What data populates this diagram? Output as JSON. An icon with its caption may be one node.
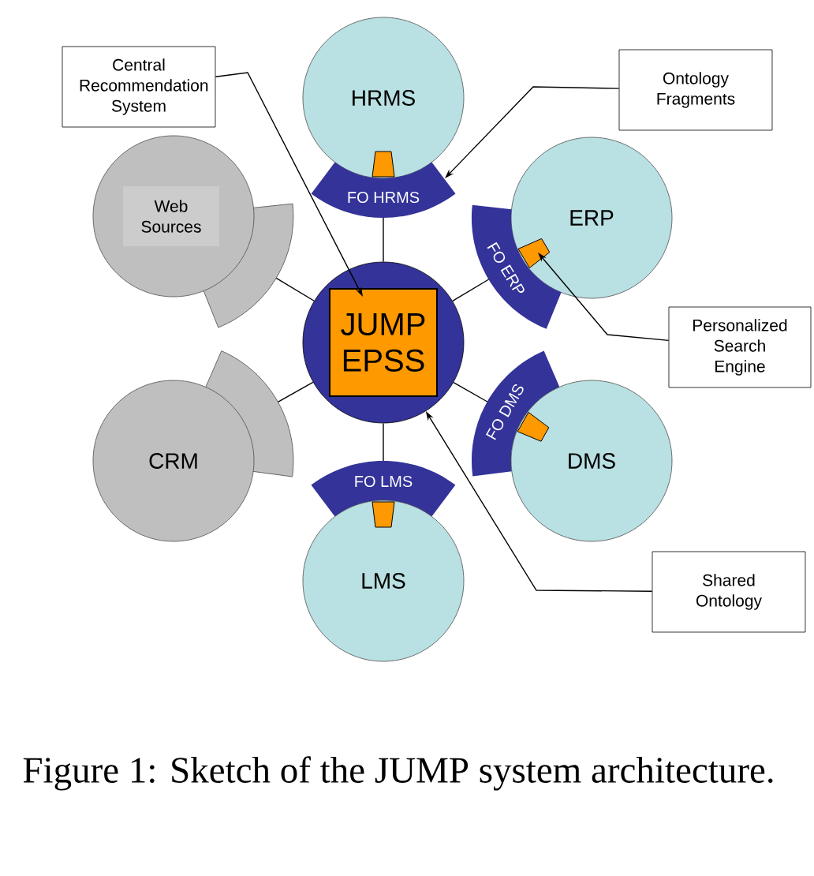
{
  "diagram": {
    "caption": "Figure 1: Sketch of the JUMP system architecture.",
    "nodes": [
      {
        "text": [
          "Central Recommendation System"
        ]
      },
      {
        "text": [
          "HRMS"
        ]
      },
      {
        "text": [
          "FO HRMS"
        ]
      },
      {
        "text": [
          "Ontology Fragments"
        ]
      },
      {
        "text": [
          "Web Sources"
        ]
      },
      {
        "text": [
          "ERP"
        ]
      },
      {
        "text": [
          "FO ERP"
        ]
      },
      {
        "text": [],
        "shape": "circle"
      },
      {
        "text": [
          "JUMP EPSS"
        ],
        "in": 7
      },
      {
        "text": [
          "Personalized Search Engine"
        ]
      },
      {
        "text": [
          "CRM"
        ]
      },
      {
        "text": [
          "FO DMS"
        ]
      },
      {
        "text": [
          "DMS"
        ]
      },
      {
        "text": [
          "FO LMS"
        ]
      },
      {
        "text": [
          "LMS"
        ]
      },
      {
        "text": [
          "Shared Ontology"
        ]
      }
    ],
    "edges": [
      {
        "from": 7,
        "to": 2,
        "arrow": "none"
      },
      {
        "from": 7,
        "to": 4,
        "arrow": "none"
      },
      {
        "from": 7,
        "to": 6,
        "arrow": "none"
      },
      {
        "from": 7,
        "to": 10,
        "arrow": "none"
      },
      {
        "from": 7,
        "to": 11,
        "arrow": "none"
      },
      {
        "from": 7,
        "to": 13,
        "arrow": "none"
      },
      {
        "from": 0,
        "to": 8,
        "arrow": "to"
      },
      {
        "from": 3,
        "to": 2,
        "arrow": "to"
      },
      {
        "from": 9,
        "to": 5,
        "arrow": "to"
      },
      {
        "from": 15,
        "to": 7,
        "arrow": "to"
      }
    ]
  }
}
